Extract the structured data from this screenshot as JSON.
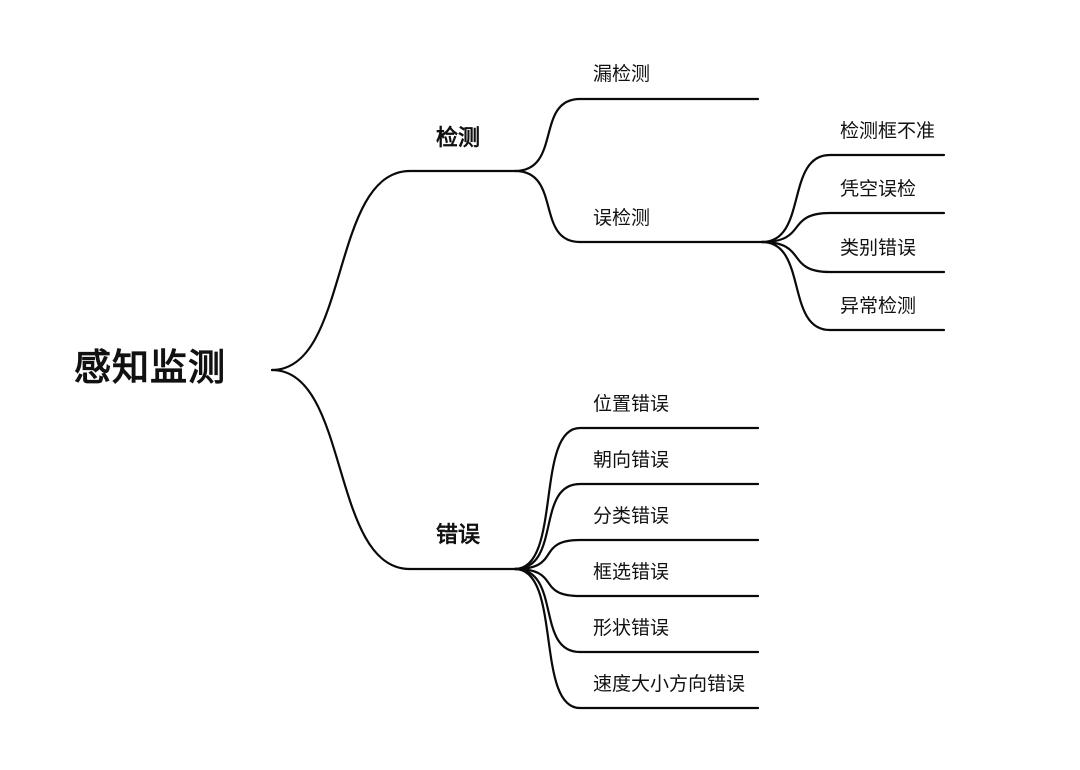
{
  "mindmap": {
    "root": {
      "label": "感知监测"
    },
    "branches": [
      {
        "label": "检测",
        "children": [
          {
            "label": "漏检测",
            "children": []
          },
          {
            "label": "误检测",
            "children": [
              {
                "label": "检测框不准"
              },
              {
                "label": "凭空误检"
              },
              {
                "label": "类别错误"
              },
              {
                "label": "异常检测"
              }
            ]
          }
        ]
      },
      {
        "label": "错误",
        "children": [
          {
            "label": "位置错误"
          },
          {
            "label": "朝向错误"
          },
          {
            "label": "分类错误"
          },
          {
            "label": "框选错误"
          },
          {
            "label": "形状错误"
          },
          {
            "label": "速度大小方向错误"
          }
        ]
      }
    ]
  }
}
